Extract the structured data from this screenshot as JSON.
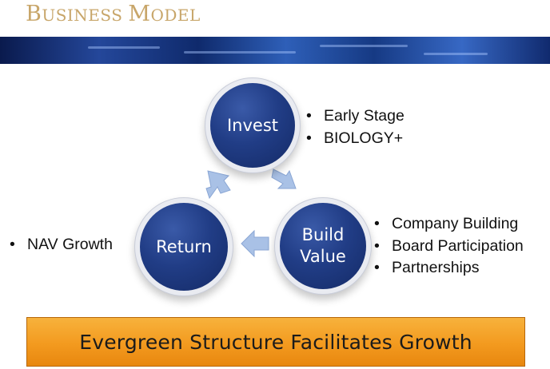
{
  "header": {
    "title_first_initial": "B",
    "title_first_rest": "USINESS",
    "title_second_initial": "M",
    "title_second_rest": "ODEL"
  },
  "cycle": {
    "invest": {
      "label": "Invest",
      "bullets": [
        "Early Stage",
        "BIOLOGY+"
      ]
    },
    "build_value": {
      "label_line1": "Build",
      "label_line2": "Value",
      "bullets": [
        "Company Building",
        "Board Participation",
        "Partnerships"
      ]
    },
    "return": {
      "label": "Return",
      "bullets": [
        "NAV Growth"
      ]
    },
    "bullet_glyph": "•"
  },
  "footer": {
    "text": "Evergreen Structure Facilitates Growth"
  },
  "colors": {
    "title_gold": "#c8a66a",
    "circle_blue": "#213d86",
    "arrow_blue": "#a9c1e6",
    "footer_orange": "#f39a1f"
  }
}
